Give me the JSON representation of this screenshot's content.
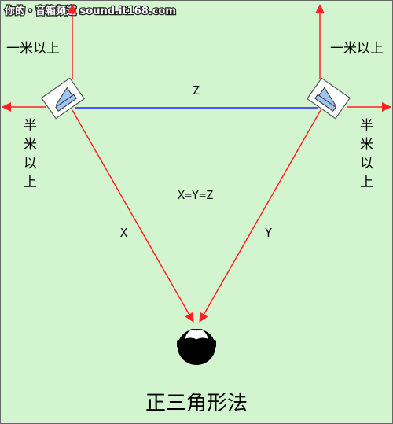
{
  "watermark": "你的・音箱频道 sound.it168.com",
  "labels": {
    "top_left": "一米以上",
    "top_right": "一米以上",
    "side_left": [
      "半",
      "米",
      "以",
      "上"
    ],
    "side_right": [
      "半",
      "米",
      "以",
      "上"
    ],
    "edge_z": "Z",
    "edge_x": "X",
    "edge_y": "Y",
    "equation": "X=Y=Z"
  },
  "title": "正三角形法",
  "colors": {
    "background": "#d2f5d0",
    "border": "#666666",
    "arrow_red": "#ff2020",
    "line_blue": "#4a55ff",
    "speaker_fill": "#ffffff",
    "speaker_cone": "#9ec6f0",
    "head": "#000000"
  },
  "icons": {
    "left_speaker": "speaker-icon",
    "right_speaker": "speaker-icon",
    "listener": "listener-head-icon"
  }
}
